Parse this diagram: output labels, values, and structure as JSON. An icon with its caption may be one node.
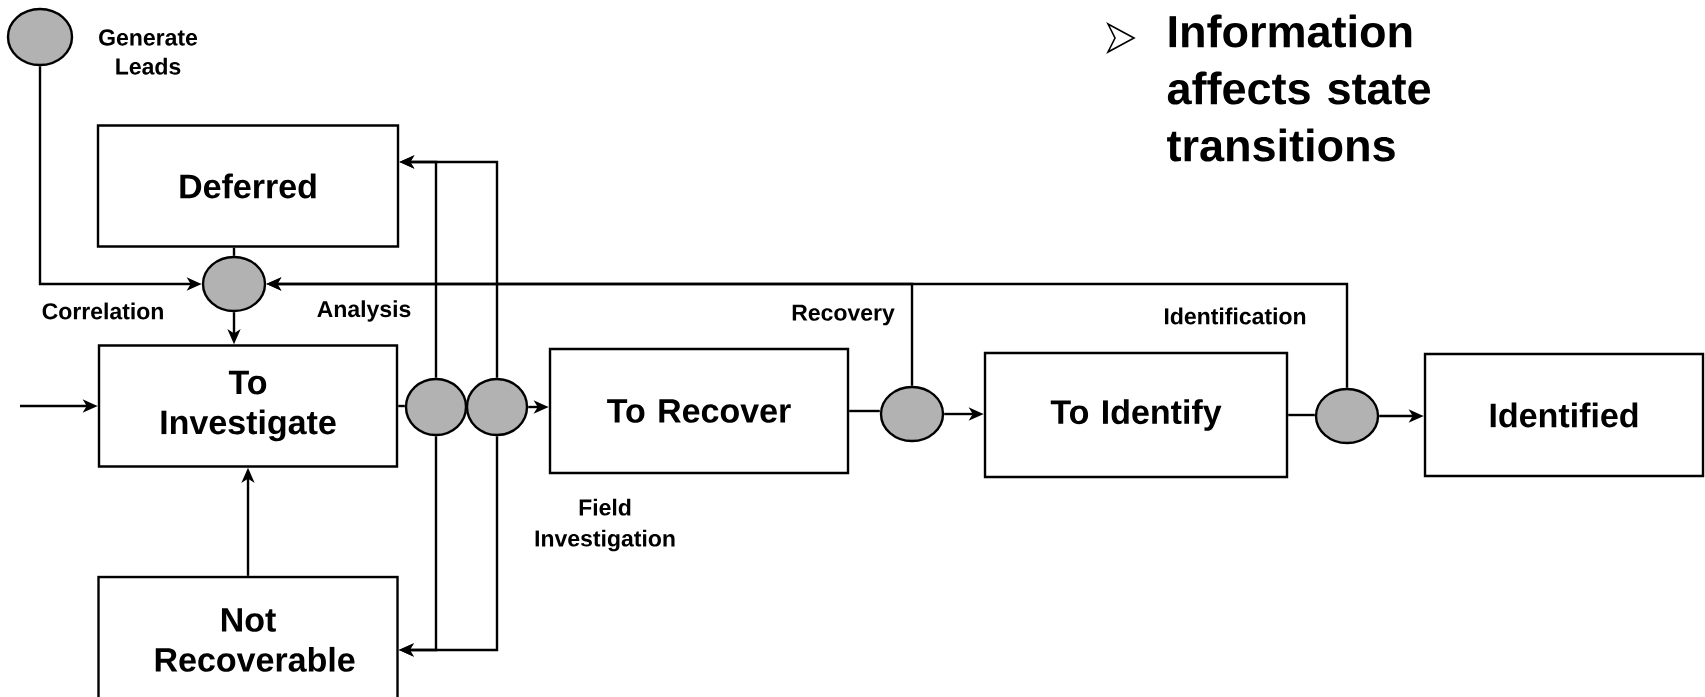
{
  "diagram": {
    "title": "Information affects state transitions",
    "nodes": [
      {
        "text": [],
        "shape": "circle",
        "beside": [
          "Generate Leads"
        ]
      },
      {
        "text": [
          "Deferred"
        ]
      },
      {
        "text": [],
        "shape": "circle"
      },
      {
        "text": [
          "To Investigate"
        ]
      },
      {
        "text": [],
        "shape": "circle"
      },
      {
        "text": [],
        "shape": "circle"
      },
      {
        "text": [
          "To Recover"
        ]
      },
      {
        "text": [],
        "shape": "circle"
      },
      {
        "text": [
          "To Identify"
        ]
      },
      {
        "text": [],
        "shape": "circle"
      },
      {
        "text": [
          "Identified"
        ]
      },
      {
        "text": [
          "Not Recoverable"
        ]
      }
    ],
    "edges": [
      {
        "from": null,
        "to": 3,
        "arrow": "to"
      },
      {
        "from": 0,
        "to": 2,
        "arrow": "to"
      },
      {
        "from": 1,
        "to": 2,
        "arrow": "none"
      },
      {
        "from": 2,
        "to": 3,
        "arrow": "to"
      },
      {
        "from": 3,
        "to": 4,
        "arrow": "none"
      },
      {
        "from": 4,
        "to": 1,
        "arrow": "to"
      },
      {
        "from": 5,
        "to": 1,
        "arrow": "to"
      },
      {
        "from": 4,
        "to": 11,
        "arrow": "to"
      },
      {
        "from": 5,
        "to": 11,
        "arrow": "to"
      },
      {
        "from": 5,
        "to": 6,
        "arrow": "to"
      },
      {
        "from": 11,
        "to": 3,
        "arrow": "to"
      },
      {
        "from": 6,
        "to": 7,
        "arrow": "none"
      },
      {
        "from": 7,
        "to": 8,
        "arrow": "to"
      },
      {
        "from": 7,
        "to": 2,
        "arrow": "to"
      },
      {
        "from": 9,
        "to": 2,
        "arrow": "to"
      },
      {
        "from": 8,
        "to": 9,
        "arrow": "none"
      },
      {
        "from": 9,
        "to": 10,
        "arrow": "to"
      }
    ],
    "labels": [
      "Correlation",
      "Analysis",
      "Recovery",
      "Identification",
      "Field Investigation"
    ]
  }
}
